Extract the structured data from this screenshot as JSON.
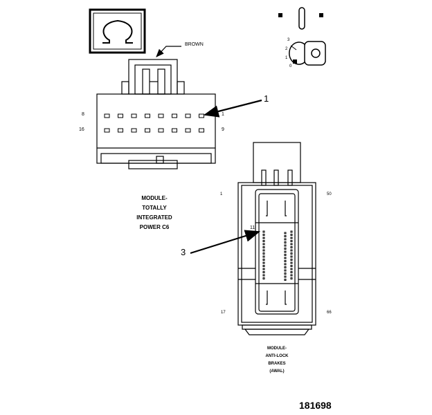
{
  "wire_color": "BROWN",
  "connector_c6": {
    "pin_labels": {
      "top_left": "8",
      "top_right": "1",
      "bottom_left": "16",
      "bottom_right": "9"
    },
    "caption_lines": [
      "MODULE-",
      "TOTALLY",
      "INTEGRATED",
      "POWER C6"
    ]
  },
  "ignition_switch": {
    "positions": [
      "3",
      "2",
      "1",
      "0"
    ]
  },
  "callouts": {
    "one": "1",
    "three": "3",
    "eleven": "11"
  },
  "connector_abs": {
    "pin_labels": {
      "top_left": "1",
      "top_right": "50",
      "bottom_left": "17",
      "bottom_right": "66"
    },
    "caption_lines": [
      "MODULE-",
      "ANTI-LOCK",
      "BRAKES",
      "(AWAL)"
    ]
  },
  "figure_number": "181698"
}
